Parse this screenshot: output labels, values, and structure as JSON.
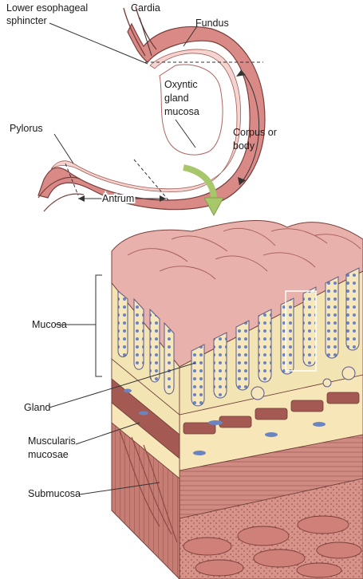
{
  "labels": {
    "lower_esophageal_sphincter": [
      "Lower esophageal",
      "sphincter"
    ],
    "cardia": "Cardia",
    "fundus": "Fundus",
    "oxyntic_gland_mucosa": [
      "Oxyntic",
      "gland",
      "mucosa"
    ],
    "pylorus": "Pylorus",
    "corpus_or_body": [
      "Corpus or",
      "body"
    ],
    "antrum": "Antrum",
    "mucosa": "Mucosa",
    "gland": "Gland",
    "muscularis_mucosae": [
      "Muscularis",
      "mucosae"
    ],
    "submucosa": "Submucosa"
  },
  "colors": {
    "stomach_outer": "#d98a86",
    "stomach_inner": "#f4d4d0",
    "mucosa_pink": "#e9b1ab",
    "gland_tan": "#f3e4b4",
    "submucosa_cream": "#f6e6b8",
    "muscle_red": "#b86b63",
    "muscle_dark": "#8f4a44",
    "arrow_green": "#a8c76a",
    "nucleus_blue": "#4f6fb3",
    "line": "#2a2a2a"
  }
}
